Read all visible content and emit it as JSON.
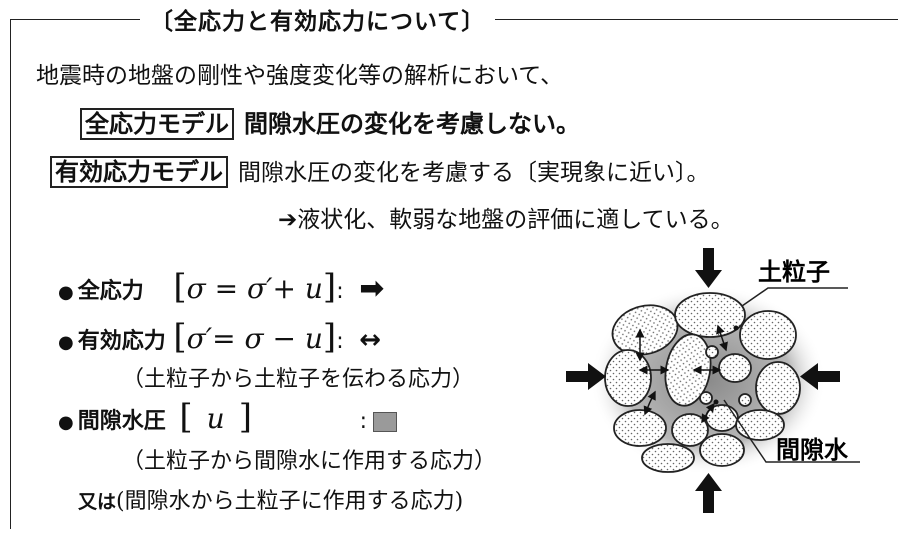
{
  "title": "〔全応力と有効応力について〕",
  "intro": "地震時の地盤の剛性や強度変化等の解析において、",
  "total_stress_model": {
    "label": "全応力モデル",
    "description": "間隙水圧の変化を考慮しない。"
  },
  "effective_stress_model": {
    "label": "有効応力モデル",
    "description": "間隙水圧の変化を考慮する〔実現象に近い〕。",
    "note": "➔液状化、軟弱な地盤の評価に適している。"
  },
  "legend": {
    "total_stress": {
      "term": "全応力",
      "formula": "σ = σ′+ u",
      "symbol": "➡"
    },
    "effective_stress": {
      "term": "有効応力",
      "formula": "σ′= σ − u",
      "symbol": "↔",
      "explanation": "（土粒子から土粒子を伝わる応力）"
    },
    "pore_water_pressure": {
      "term": "間隙水圧",
      "formula": "u",
      "explanation": "（土粒子から間隙水に作用する応力）",
      "alt_prefix": "又は",
      "alt_explanation": "(間隙水から土粒子に作用する応力)"
    }
  },
  "diagram": {
    "soil_particle_label": "土粒子",
    "pore_water_label": "間隙水"
  },
  "colors": {
    "pore_water_fill": "#9a9a9a",
    "line": "#222222"
  }
}
